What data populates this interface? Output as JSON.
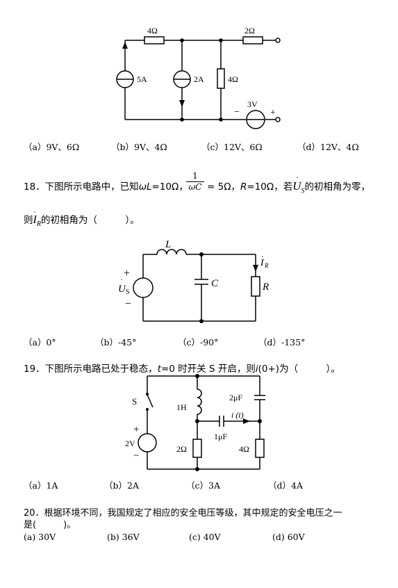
{
  "q17": {
    "labels": {
      "r_top_left": "4Ω",
      "r_top_right": "2Ω",
      "src_5a": "5A",
      "src_2a": "2A",
      "r_mid": "4Ω",
      "vsrc": "3V",
      "minus": "−",
      "plus": "+"
    },
    "options": [
      "（a）9V、6Ω",
      "（b）9V、4Ω",
      "（c）12V、6Ω",
      "（d）12V、4Ω"
    ]
  },
  "q18": {
    "number": "18",
    "text_a": "．下图所示电路中，已知",
    "omega_l": "ωL",
    "eq_10ohm": "=10Ω，",
    "frac_num": "1",
    "frac_den": "ωC",
    "eq_5ohm": "= 5Ω，",
    "r_var": "R",
    "text_b": "=10Ω，若",
    "us_symbol": "U",
    "us_sub": "S",
    "text_c": "的初相角为零，",
    "line2_a": "则",
    "ir_symbol": "I",
    "ir_sub": "R",
    "line2_b": "的初相角为（　　　）。",
    "labels": {
      "inductor": "L",
      "capacitor": "C",
      "resistor": "R",
      "current": "I",
      "current_sub": "R",
      "source": "U",
      "source_sub": "S",
      "plus": "+",
      "minus": "−"
    },
    "options": [
      "（a）0°",
      "（b）-45°",
      "（c）-90°",
      "（d）-135°"
    ]
  },
  "q19": {
    "number": "19",
    "text_a": "．下图所示电路已处于稳态，",
    "t_var": "t",
    "text_b": "=0 时开关 S 开启，则",
    "i_var": "i",
    "text_c": "(0+)为（　　　）。",
    "labels": {
      "switch": "S",
      "inductor": "1H",
      "cap_top": "2μF",
      "current": "i (t)",
      "cap_mid": "1μF",
      "source": "2V",
      "r_left": "2Ω",
      "r_right": "4Ω",
      "plus": "+",
      "minus": "−"
    },
    "options": [
      "（a）1A",
      "（b）2A",
      "（c）3A",
      "（d）4A"
    ]
  },
  "q20": {
    "line1": "20．根据环境不同，我国规定了相应的安全电压等级，其中规定的安全电压之一",
    "line2": "是(　　　)。",
    "options": [
      "(a)  30V",
      "(b)  36V",
      "(c)  40V",
      "(d)  60V"
    ]
  }
}
